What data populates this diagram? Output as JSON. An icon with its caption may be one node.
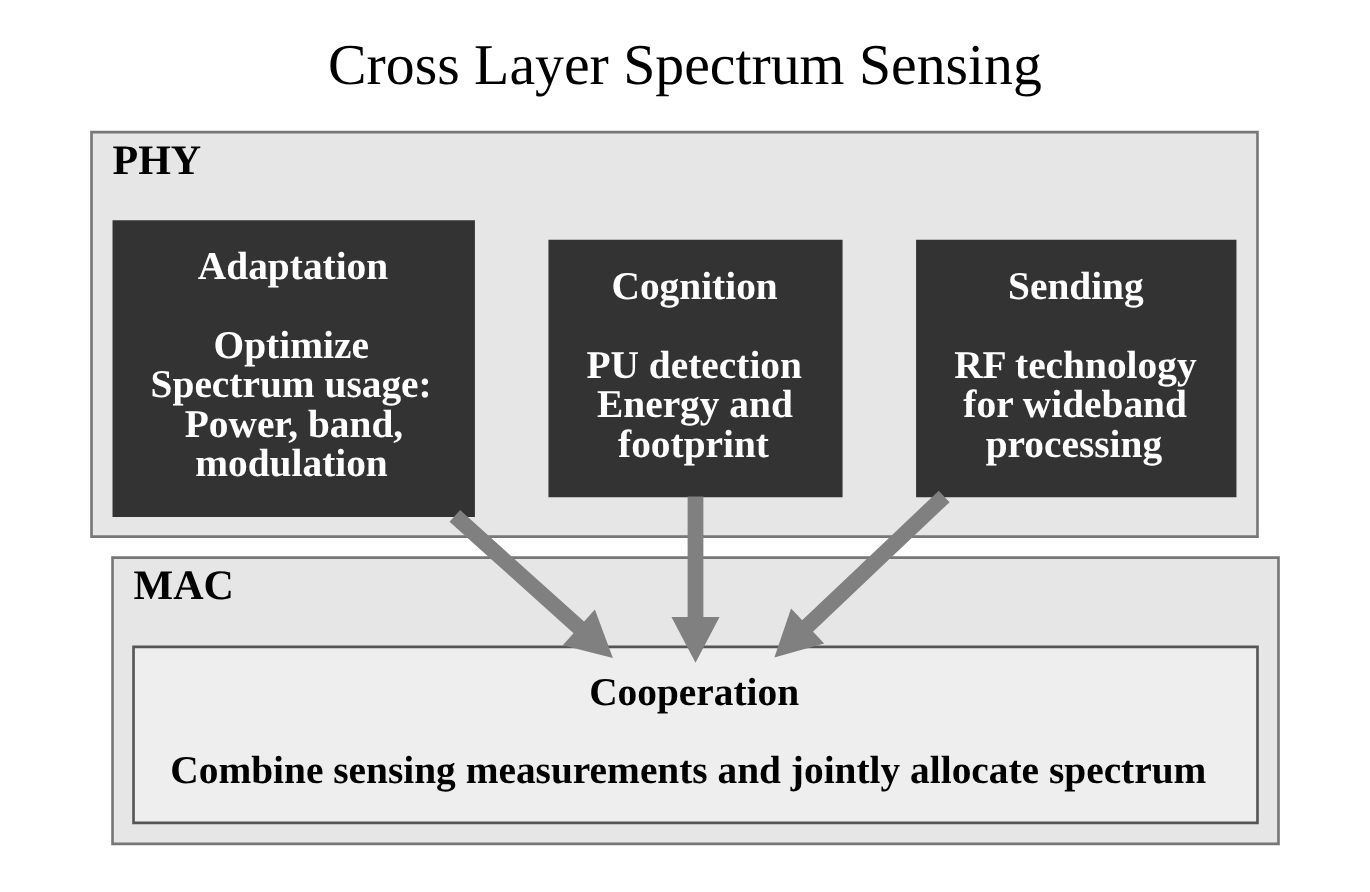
{
  "diagram": {
    "title": "Cross Layer Spectrum Sensing",
    "nodes": [
      {
        "text": [
          "PHY"
        ]
      },
      {
        "text": [
          "Sending",
          "RF technology for wideband processing"
        ],
        "in": 0
      },
      {
        "text": [
          "Cognition",
          "PU detection Energy and footprint"
        ],
        "in": 0
      },
      {
        "text": [
          "Adaptation",
          "Optimize Spectrum usage: Power, band, modulation"
        ],
        "in": 0
      },
      {
        "text": [
          "MAC"
        ]
      },
      {
        "text": [
          "Cooperation",
          "Combine sensing measurements and jointly allocate spectrum"
        ],
        "in": 4
      }
    ],
    "edges": [
      {
        "from": 1,
        "to": 5,
        "arrow": "to"
      },
      {
        "from": 2,
        "to": 5,
        "arrow": "to"
      },
      {
        "from": 3,
        "to": 5,
        "arrow": "to"
      }
    ]
  }
}
